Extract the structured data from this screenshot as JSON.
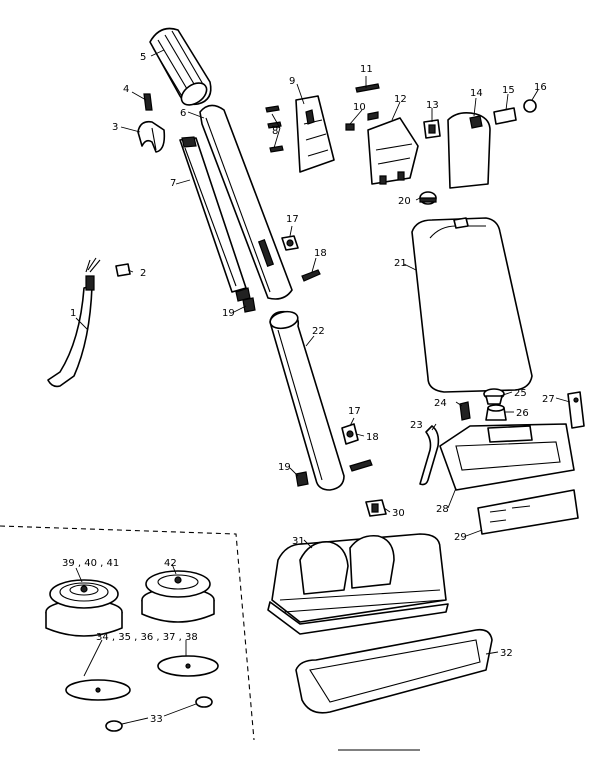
{
  "labels": {
    "l1": "1",
    "l2": "2",
    "l3": "3",
    "l4": "4",
    "l5": "5",
    "l6": "6",
    "l7": "7",
    "l8": "8",
    "l9": "9",
    "l10": "10",
    "l11": "11",
    "l12": "12",
    "l13": "13",
    "l14": "14",
    "l15": "15",
    "l16": "16",
    "l17a": "17",
    "l18a": "18",
    "l19a": "19",
    "l20": "20",
    "l21": "21",
    "l22": "22",
    "l17b": "17",
    "l18b": "18",
    "l19b": "19",
    "l23": "23",
    "l24": "24",
    "l25": "25",
    "l26": "26",
    "l27": "27",
    "l28": "28",
    "l29": "29",
    "l30": "30",
    "l31": "31",
    "l32": "32",
    "l33": "33",
    "l39group": "39 , 40 , 41",
    "l42": "42",
    "l34group": "34 , 35 , 36 , 37 , 38"
  }
}
